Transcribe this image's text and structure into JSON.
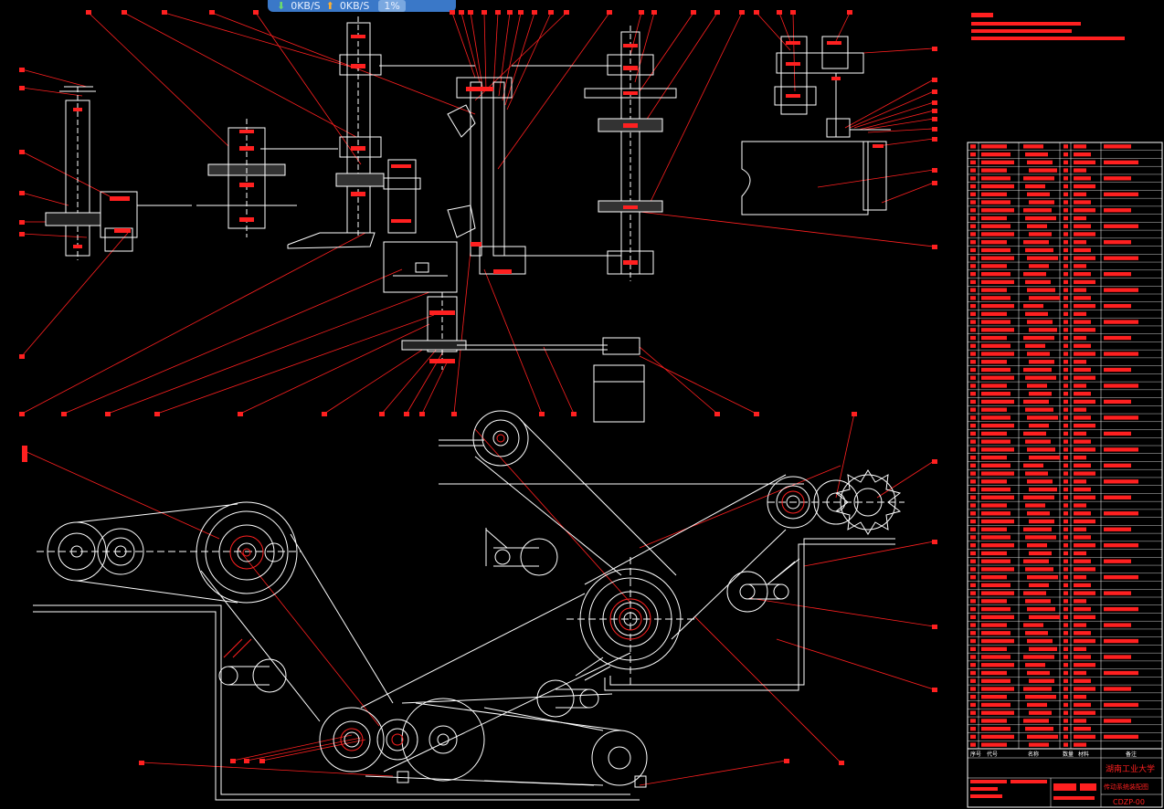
{
  "network_monitor": {
    "download": "0KB/S",
    "upload": "0KB/S",
    "cpu": "1%"
  },
  "drawing": {
    "background": "#000000",
    "line_color": "#ffffff",
    "leader_color": "#ff2020",
    "part_color": "#ff2020"
  },
  "title_block": {
    "school": "湖南工业大学",
    "drawing_name": "传动系统装配图",
    "drawing_no": "CDZP-00"
  },
  "bom": {
    "header": [
      "序号",
      "代号",
      "名称",
      "数量",
      "材料",
      "备注"
    ]
  }
}
